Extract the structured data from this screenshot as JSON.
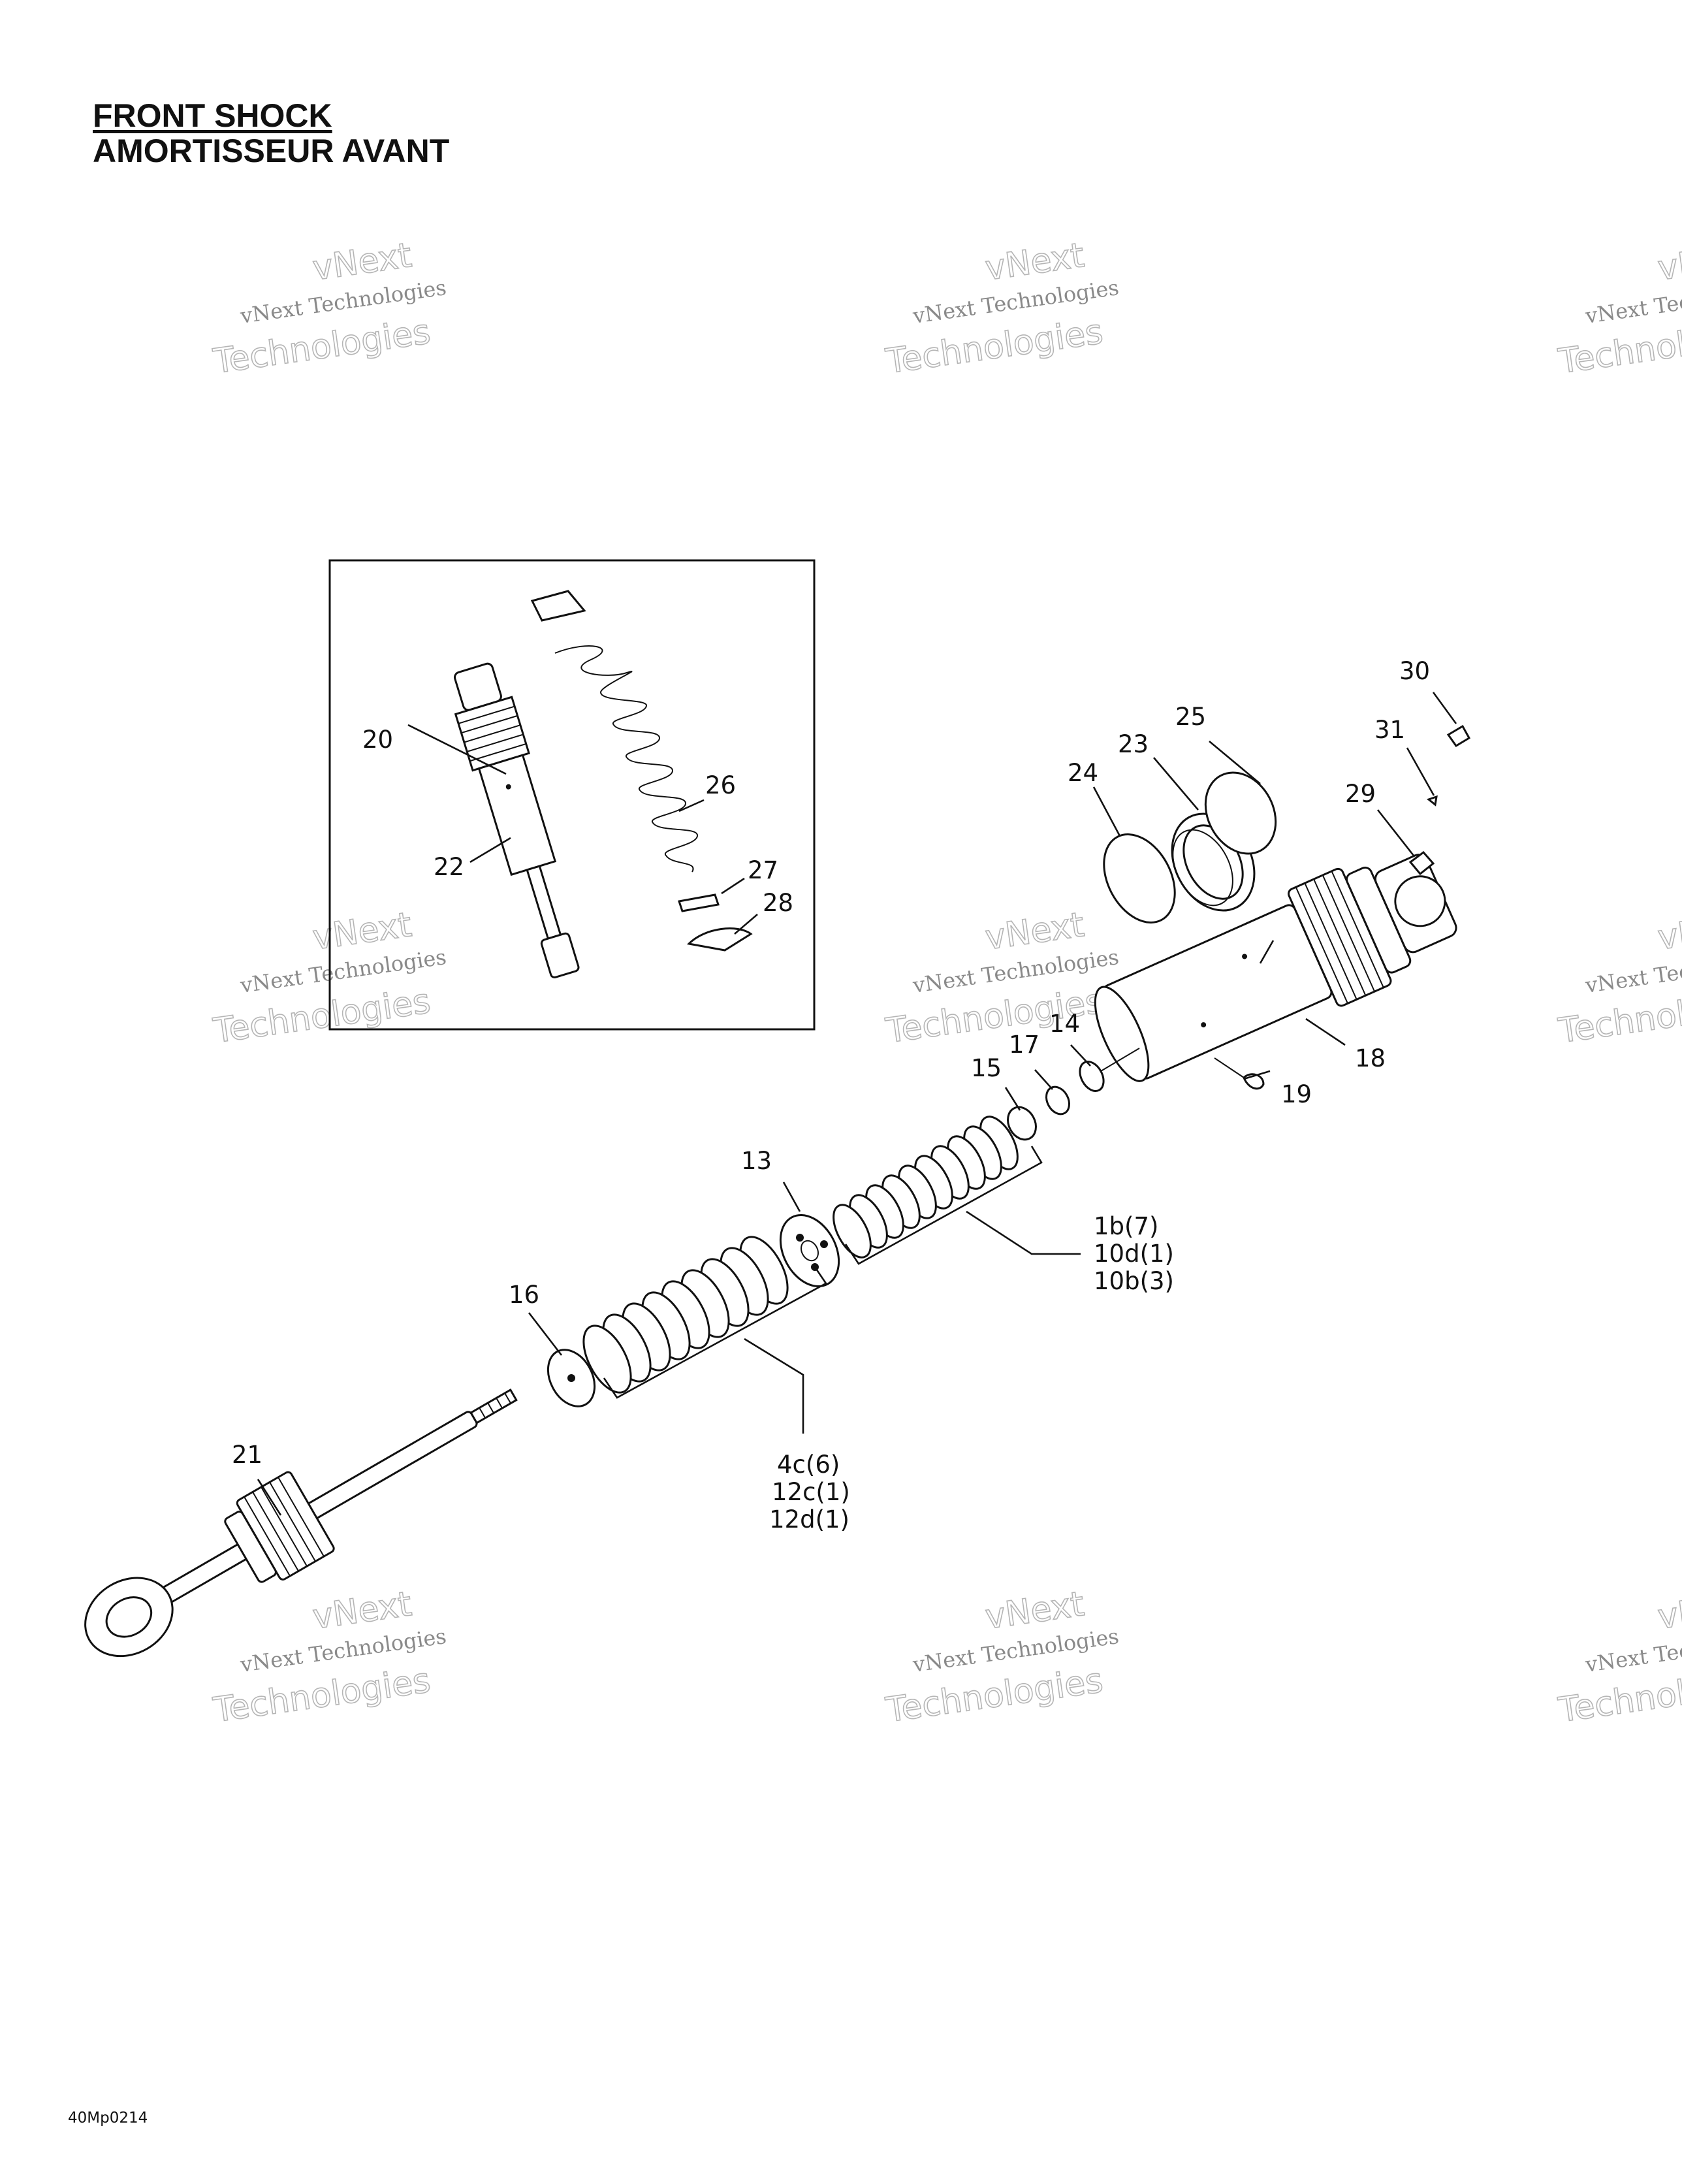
{
  "title": {
    "en": "FRONT SHOCK",
    "fr": "AMORTISSEUR AVANT"
  },
  "watermark": {
    "line1": "vNext Technologies",
    "line2": "vNext",
    "line3": "Technologies"
  },
  "callouts": {
    "c20": "20",
    "c22": "22",
    "c26": "26",
    "c27": "27",
    "c28": "28",
    "c30": "30",
    "c31": "31",
    "c29": "29",
    "c25": "25",
    "c23": "23",
    "c24": "24",
    "c18": "18",
    "c19": "19",
    "c14": "14",
    "c17": "17",
    "c15": "15",
    "c13": "13",
    "c16": "16",
    "c21": "21"
  },
  "groups": {
    "upper": [
      "1b(7)",
      "10d(1)",
      "10b(3)"
    ],
    "lower": [
      "4c(6)",
      "12c(1)",
      "12d(1)"
    ]
  },
  "drawing_code": "40Mp0214",
  "colors": {
    "ink": "#111111",
    "watermark": "#8a8a8a"
  }
}
